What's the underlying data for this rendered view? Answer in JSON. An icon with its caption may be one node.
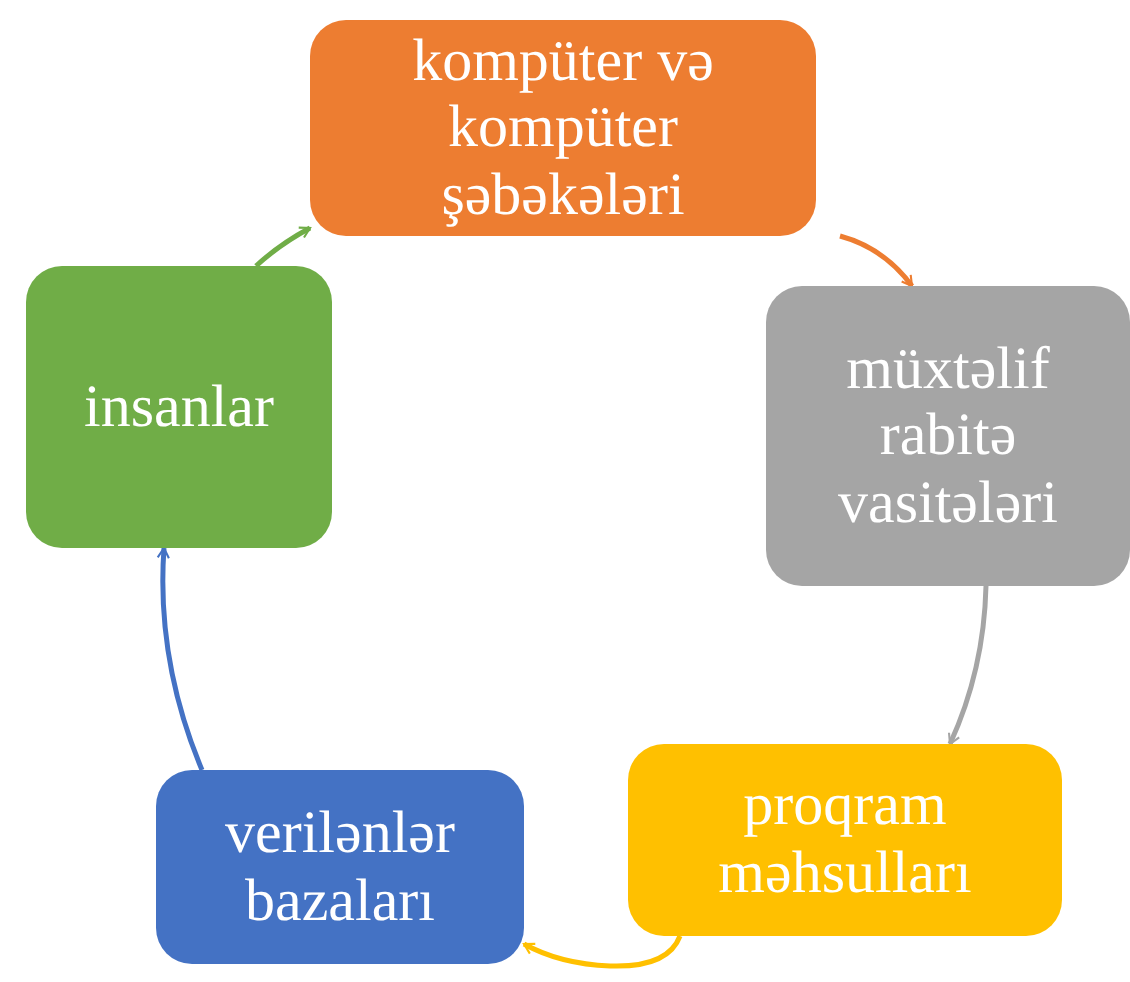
{
  "diagram": {
    "nodes": [
      {
        "text": [
          "kompüter və kompüter şəbəkələri"
        ]
      },
      {
        "text": [
          "müxtəlif rabitə vasitələri"
        ]
      },
      {
        "text": [
          "proqram məhsulları"
        ]
      },
      {
        "text": [
          "verilənlər bazaları"
        ]
      },
      {
        "text": [
          "insanlar"
        ]
      }
    ],
    "edges": [
      {
        "from": 0,
        "to": 1,
        "arrow": "to",
        "color": "#ed7d31"
      },
      {
        "from": 1,
        "to": 2,
        "arrow": "to",
        "color": "#a5a5a5"
      },
      {
        "from": 2,
        "to": 3,
        "arrow": "to",
        "color": "#ffc000"
      },
      {
        "from": 3,
        "to": 4,
        "arrow": "to",
        "color": "#4472c4"
      },
      {
        "from": 4,
        "to": 0,
        "arrow": "to",
        "color": "#70ad47"
      }
    ]
  }
}
